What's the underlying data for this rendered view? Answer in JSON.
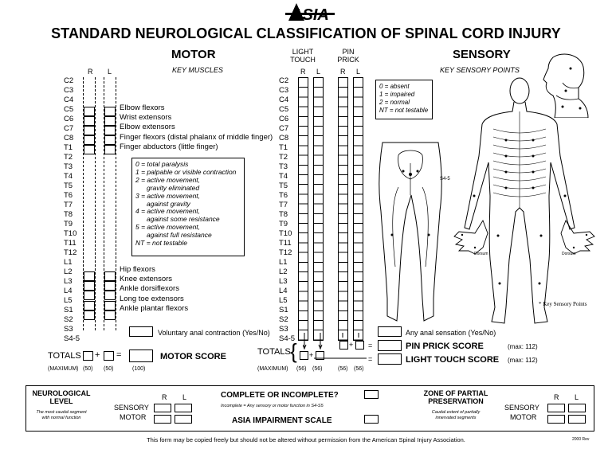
{
  "logo": "ASIA",
  "title": "STANDARD NEUROLOGICAL CLASSIFICATION OF SPINAL CORD INJURY",
  "motor": {
    "header": "MOTOR",
    "subheader": "KEY MUSCLES",
    "side_r": "R",
    "side_l": "L",
    "levels": [
      "C2",
      "C3",
      "C4",
      "C5",
      "C6",
      "C7",
      "C8",
      "T1",
      "T2",
      "T3",
      "T4",
      "T5",
      "T6",
      "T7",
      "T8",
      "T9",
      "T10",
      "T11",
      "T12",
      "L1",
      "L2",
      "L3",
      "L4",
      "L5",
      "S1",
      "S2",
      "S3",
      "S4-5"
    ],
    "muscles_upper": [
      "Elbow flexors",
      "Wrist extensors",
      "Elbow extensors",
      "Finger flexors (distal phalanx of middle finger)",
      "Finger abductors (little finger)"
    ],
    "muscles_lower": [
      "Hip flexors",
      "Knee extensors",
      "Ankle dorsiflexors",
      "Long toe extensors",
      "Ankle plantar flexors"
    ],
    "grading_legend": [
      "0 = total paralysis",
      "1 = palpable or visible contraction",
      "2 = active movement,",
      "gravity eliminated",
      "3 = active movement,",
      "against gravity",
      "4 = active movement,",
      "against some resistance",
      "5 = active movement,",
      "against full resistance",
      "NT = not testable"
    ],
    "anal": "Voluntary anal contraction (Yes/No)",
    "totals": "TOTALS",
    "plus": "+",
    "equals": "=",
    "score_label": "MOTOR SCORE",
    "max_label": "(MAXIMUM)",
    "max_r": "(50)",
    "max_l": "(50)",
    "max_total": "(100)"
  },
  "sensory": {
    "light_touch": [
      "LIGHT",
      "TOUCH"
    ],
    "pin_prick": [
      "PIN",
      "PRICK"
    ],
    "side_r": "R",
    "side_l": "L",
    "header": "SENSORY",
    "subheader": "KEY SENSORY POINTS",
    "legend": [
      "0 = absent",
      "1 = impaired",
      "2 = normal",
      "NT = not testable"
    ],
    "anal": "Any anal sensation (Yes/No)",
    "totals": "TOTALS",
    "max_label": "(MAXIMUM)",
    "max_values": [
      "(56)",
      "(56)",
      "(56)",
      "(56)"
    ],
    "pin_prick_score": "PIN PRICK SCORE",
    "light_touch_score": "LIGHT TOUCH SCORE",
    "max_pp": "(max: 112)",
    "max_lt": "(max: 112)",
    "key_points_note": "* Key Sensory Points",
    "dorsum": "Dorsum",
    "s45": "S4-5"
  },
  "bottom": {
    "neuro_level": [
      "NEUROLOGICAL",
      "LEVEL"
    ],
    "neuro_note": [
      "The most caudal segment",
      "with normal function"
    ],
    "sensory": "SENSORY",
    "motor": "MOTOR",
    "r": "R",
    "l": "L",
    "complete": "COMPLETE OR INCOMPLETE?",
    "incomplete_note": "Incomplete = Any sensory or motor function in S4-S5",
    "impairment": "ASIA IMPAIRMENT SCALE",
    "zone": [
      "ZONE OF PARTIAL",
      "PRESERVATION"
    ],
    "zone_note": [
      "Caudal extent of partially",
      "innervated segments"
    ]
  },
  "footer": "This form may be copied freely but should not be altered without permission from the American Spinal Injury Association.",
  "revision": "2000 Rev"
}
